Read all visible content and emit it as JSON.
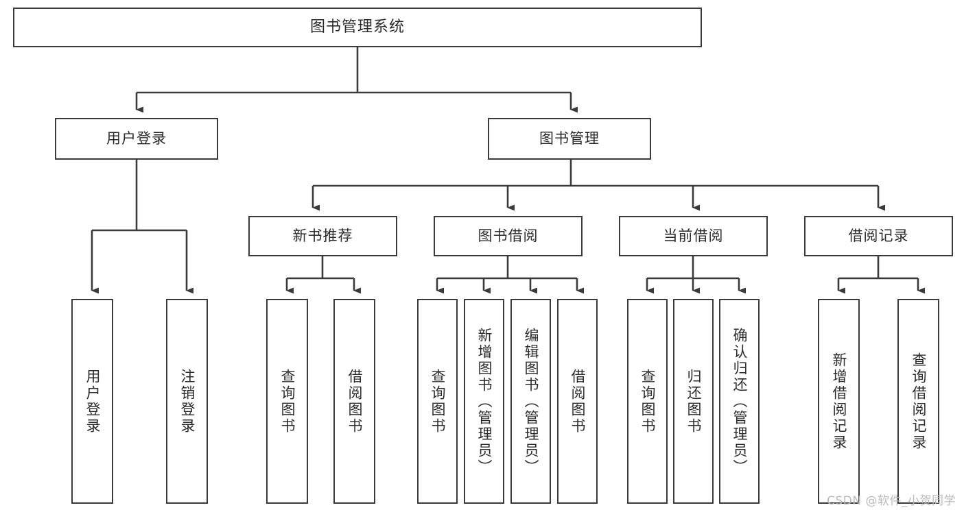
{
  "diagram": {
    "type": "tree-hierarchy-flowchart",
    "title": "图书管理系统",
    "root": {
      "id": "root",
      "label": "图书管理系统",
      "orientation": "horizontal"
    },
    "level1": [
      {
        "id": "user-login",
        "label": "用户登录",
        "orientation": "horizontal"
      },
      {
        "id": "book-manage",
        "label": "图书管理",
        "orientation": "horizontal"
      }
    ],
    "level2": [
      {
        "id": "new-book-recommend",
        "label": "新书推荐",
        "orientation": "horizontal",
        "parent": "book-manage"
      },
      {
        "id": "book-borrow",
        "label": "图书借阅",
        "orientation": "horizontal",
        "parent": "book-manage"
      },
      {
        "id": "current-borrow",
        "label": "当前借阅",
        "orientation": "horizontal",
        "parent": "book-manage"
      },
      {
        "id": "borrow-record",
        "label": "借阅记录",
        "orientation": "horizontal",
        "parent": "book-manage"
      }
    ],
    "leaves": [
      {
        "id": "leaf-user-login",
        "label": "用户登录",
        "orientation": "vertical",
        "parent": "user-login"
      },
      {
        "id": "leaf-user-logout",
        "label": "注销登录",
        "orientation": "vertical",
        "parent": "user-login"
      },
      {
        "id": "leaf-query-book-1",
        "label": "查询图书",
        "orientation": "vertical",
        "parent": "new-book-recommend"
      },
      {
        "id": "leaf-borrow-book-1",
        "label": "借阅图书",
        "orientation": "vertical",
        "parent": "new-book-recommend"
      },
      {
        "id": "leaf-query-book-2",
        "label": "查询图书",
        "orientation": "vertical",
        "parent": "book-borrow"
      },
      {
        "id": "leaf-add-book",
        "label": "新增图书（管理员）",
        "orientation": "vertical",
        "parent": "book-borrow"
      },
      {
        "id": "leaf-edit-book",
        "label": "编辑图书（管理员）",
        "orientation": "vertical",
        "parent": "book-borrow"
      },
      {
        "id": "leaf-borrow-book-2",
        "label": "借阅图书",
        "orientation": "vertical",
        "parent": "book-borrow"
      },
      {
        "id": "leaf-query-book-3",
        "label": "查询图书",
        "orientation": "vertical",
        "parent": "current-borrow"
      },
      {
        "id": "leaf-return-book",
        "label": "归还图书",
        "orientation": "vertical",
        "parent": "current-borrow"
      },
      {
        "id": "leaf-confirm-return",
        "label": "确认归还（管理员）",
        "orientation": "vertical",
        "parent": "current-borrow"
      },
      {
        "id": "leaf-add-record",
        "label": "新增借阅记录",
        "orientation": "vertical",
        "parent": "borrow-record"
      },
      {
        "id": "leaf-query-record",
        "label": "查询借阅记录",
        "orientation": "vertical",
        "parent": "borrow-record"
      }
    ],
    "colors": {
      "stroke": "#3a3a3a",
      "text": "#2b2b2b",
      "background": "#ffffff",
      "watermark": "#b9b9b9"
    }
  },
  "watermark": {
    "text": "CSDN @软件_小贺同学"
  }
}
